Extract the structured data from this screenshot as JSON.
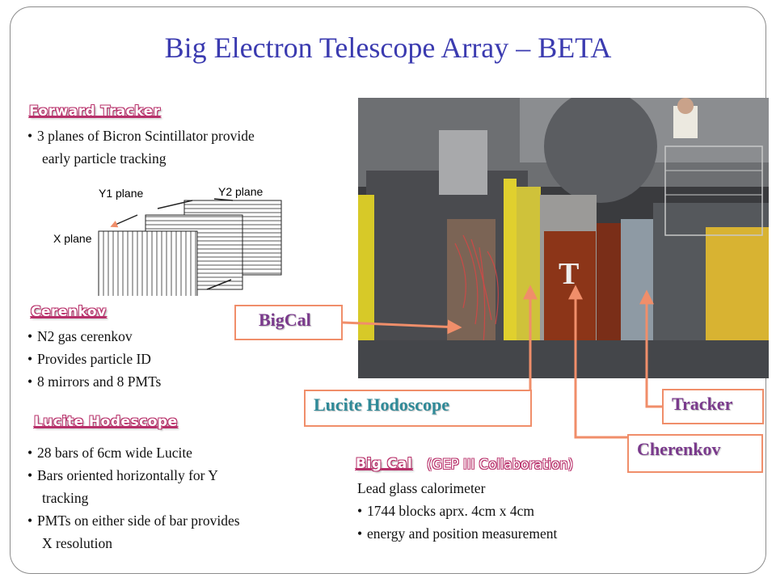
{
  "title": "Big Electron Telescope Array – BETA",
  "forward_tracker": {
    "heading": "Forward Tracker",
    "line1": "3 planes of Bicron Scintillator provide",
    "line2": "early particle tracking",
    "diagram": {
      "y1": "Y1 plane",
      "y2": "Y2 plane",
      "x": "X plane"
    }
  },
  "cerenkov": {
    "heading": "Cerenkov",
    "items": [
      "N2 gas cerenkov",
      "Provides particle ID",
      "8 mirrors and 8 PMTs"
    ]
  },
  "lucite": {
    "heading": "Lucite Hodescope",
    "items": [
      "28 bars of 6cm wide Lucite",
      "Bars oriented horizontally for Y",
      "tracking",
      "PMTs on either side of bar provides",
      "X resolution"
    ]
  },
  "bigcal": {
    "heading": "Big Cal",
    "note": "(GEP III Collaboration)",
    "lines": [
      "Lead glass calorimeter",
      "1744 blocks aprx. 4cm x 4cm",
      "energy and position measurement"
    ]
  },
  "callouts": {
    "bigcal": "BigCal",
    "lucite": "Lucite Hodoscope",
    "tracker": "Tracker",
    "cherenkov": "Cherenkov"
  },
  "colors": {
    "title": "#3b3bb0",
    "callout_border": "#f08e6a",
    "heading_outline": "#b8306a"
  }
}
